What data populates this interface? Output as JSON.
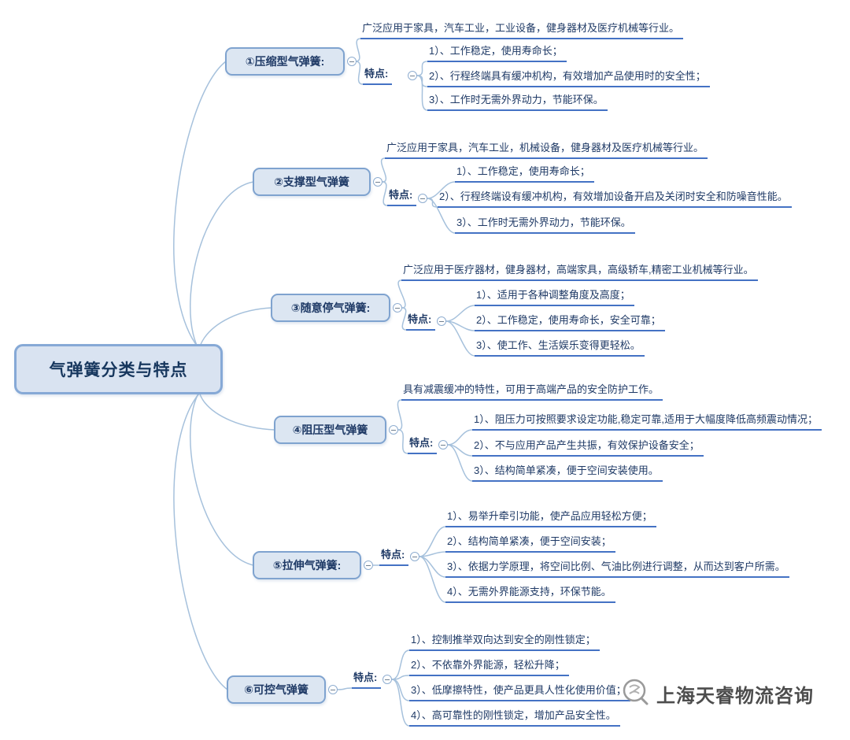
{
  "root": {
    "label": "气弹簧分类与特点"
  },
  "branches": [
    {
      "label": "①压缩型气弹簧:",
      "application": "广泛应用于家具，汽车工业，工业设备，健身器材及医疗机械等行业。",
      "feature_label": "特点:",
      "features": [
        "1）、工作稳定，使用寿命长；",
        "2）、行程终端具有缓冲机构，有效增加产品使用时的安全性；",
        "3）、工作时无需外界动力，节能环保。"
      ]
    },
    {
      "label": "②支撑型气弹簧",
      "application": "广泛应用于家具，汽车工业，机械设备，健身器材及医疗机械等行业。",
      "feature_label": "特点:",
      "features": [
        "1）、工作稳定，使用寿命长；",
        "2）、行程终端设有缓冲机构，有效增加设备开启及关闭时安全和防噪音性能。",
        "3）、工作时无需外界动力，节能环保。"
      ]
    },
    {
      "label": "③随意停气弹簧:",
      "application": "广泛应用于医疗器材，健身器材，高端家具，高级轿车,精密工业机械等行业。",
      "feature_label": "特点:",
      "features": [
        "1）、适用于各种调整角度及高度；",
        "2）、工作稳定，使用寿命长，安全可靠；",
        "3）、使工作、生活娱乐变得更轻松。"
      ]
    },
    {
      "label": "④阻压型气弹簧",
      "application": "具有减震缓冲的特性，可用于高端产品的安全防护工作。",
      "feature_label": "特点:",
      "features": [
        "1）、阻压力可按照要求设定功能,稳定可靠,适用于大幅度降低高频震动情况；",
        "2）、不与应用产品产生共振，有效保护设备安全；",
        "3）、结构简单紧凑，便于空间安装使用。"
      ]
    },
    {
      "label": "⑤拉伸气弹簧:",
      "feature_label": "特点:",
      "features": [
        "1）、易举升牵引功能，使产品应用轻松方便；",
        "2）、结构简单紧凑，便于空间安装；",
        "3）、依据力学原理，将空间比例、气油比例进行调整，从而达到客户所需。",
        "4）、无需外界能源支持，环保节能。"
      ]
    },
    {
      "label": "⑥可控气弹簧",
      "feature_label": "特点:",
      "features": [
        "1）、控制推举双向达到安全的刚性锁定；",
        "2）、不依靠外界能源，轻松升降；",
        "3）、低摩擦特性，使产品更具人性化使用价值；",
        "4）、高可靠性的刚性锁定，增加产品安全性。"
      ]
    }
  ],
  "watermark": {
    "text": "上海天睿物流咨询"
  },
  "colors": {
    "node_fill": "#dce6f2",
    "node_border": "#7fa3cf",
    "node_text": "#1f3a66",
    "leaf_underline": "#4472c4",
    "link_line": "#a6c1dc",
    "watermark_text": "#4d4d4d"
  }
}
